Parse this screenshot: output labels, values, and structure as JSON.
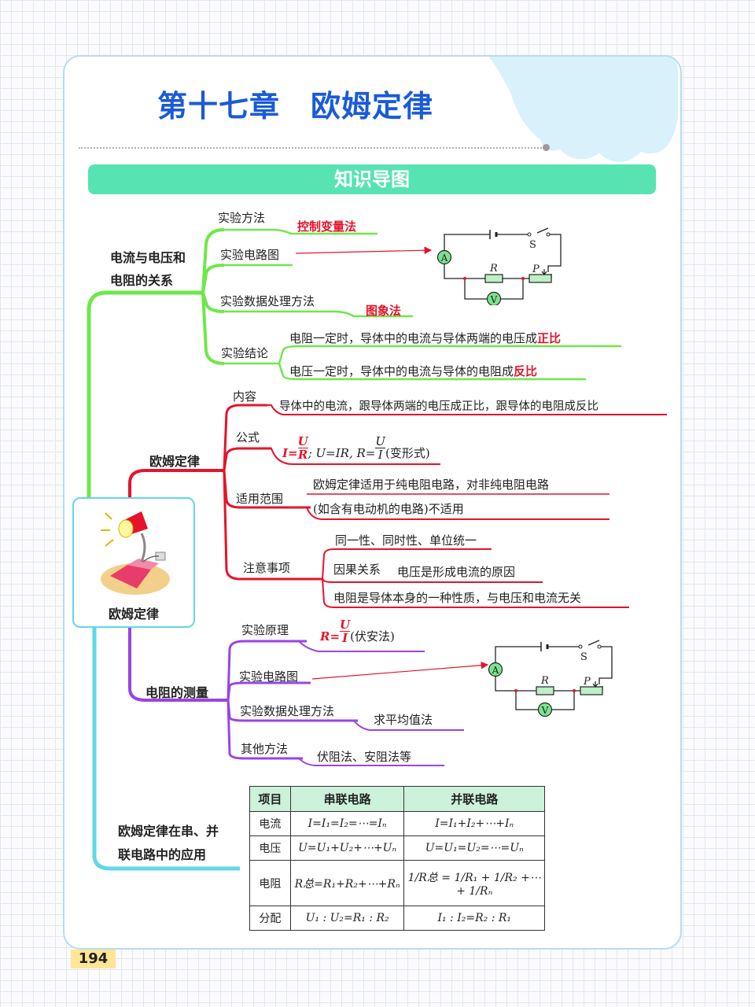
{
  "page": {
    "chapter_title": "第十七章　欧姆定律",
    "banner": "知识导图",
    "page_number": "194",
    "center_node": "欧姆定律"
  },
  "colors": {
    "title": "#1a5bd6",
    "banner": "#58e3b3",
    "green": "#6ee84a",
    "red": "#e5142a",
    "purple": "#9b43e6",
    "cyan": "#5fd9e6"
  },
  "branch1": {
    "title_line1": "电流与电压和",
    "title_line2": "电阻的关系",
    "method_label": "实验方法",
    "method_value": "控制变量法",
    "circuit_label": "实验电路图",
    "data_label": "实验数据处理方法",
    "data_value": "图象法",
    "conclusion_label": "实验结论",
    "conclusion1": "电阻一定时，导体中的电流与导体两端的电压成",
    "conclusion1_key": "正比",
    "conclusion2": "电压一定时，导体中的电流与导体的电阻成",
    "conclusion2_key": "反比"
  },
  "circuit": {
    "switch": "S",
    "ammeter": "A",
    "voltmeter": "V",
    "resistor": "R",
    "slider": "P"
  },
  "branch2": {
    "title": "欧姆定律",
    "content_label": "内容",
    "content": "导体中的电流，跟导体两端的电压成正比，跟导体的电阻成反比",
    "formula_label": "公式",
    "formula_lhs": "I=",
    "formula_num": "U",
    "formula_den": "R",
    "formula_mid": "; U=IR, R=",
    "formula_num2": "U",
    "formula_den2": "I",
    "formula_note": "(变形式)",
    "scope_label": "适用范围",
    "scope1": "欧姆定律适用于纯电阻电路，对非纯电阻电路",
    "scope2": "(如含有电动机的电路)不适用",
    "notes_label": "注意事项",
    "note1": "同一性、同时性、单位统一",
    "note2_label": "因果关系",
    "note2": "电压是形成电流的原因",
    "note3": "电阻是导体本身的一种性质，与电压和电流无关"
  },
  "branch3": {
    "title": "电阻的测量",
    "principle_label": "实验原理",
    "principle_lhs": "R=",
    "principle_num": "U",
    "principle_den": "I",
    "principle_note": "(伏安法)",
    "circuit_label": "实验电路图",
    "data_label": "实验数据处理方法",
    "data_value": "求平均值法",
    "other_label": "其他方法",
    "other_value": "伏阻法、安阻法等"
  },
  "branch4": {
    "title_line1": "欧姆定律在串、并",
    "title_line2": "联电路中的应用"
  },
  "table": {
    "headers": [
      "项目",
      "串联电路",
      "并联电路"
    ],
    "rows": [
      {
        "item": "电流",
        "series": "I=I₁=I₂=⋯=Iₙ",
        "parallel": "I=I₁+I₂+⋯+Iₙ"
      },
      {
        "item": "电压",
        "series": "U=U₁+U₂+⋯+Uₙ",
        "parallel": "U=U₁=U₂=⋯=Uₙ"
      },
      {
        "item": "电阻",
        "series": "R总=R₁+R₂+⋯+Rₙ",
        "parallel": "1/R总 = 1/R₁ + 1/R₂ +⋯+ 1/Rₙ"
      },
      {
        "item": "分配",
        "series": "U₁ : U₂=R₁ : R₂",
        "parallel": "I₁ : I₂=R₂ : R₁"
      }
    ]
  }
}
